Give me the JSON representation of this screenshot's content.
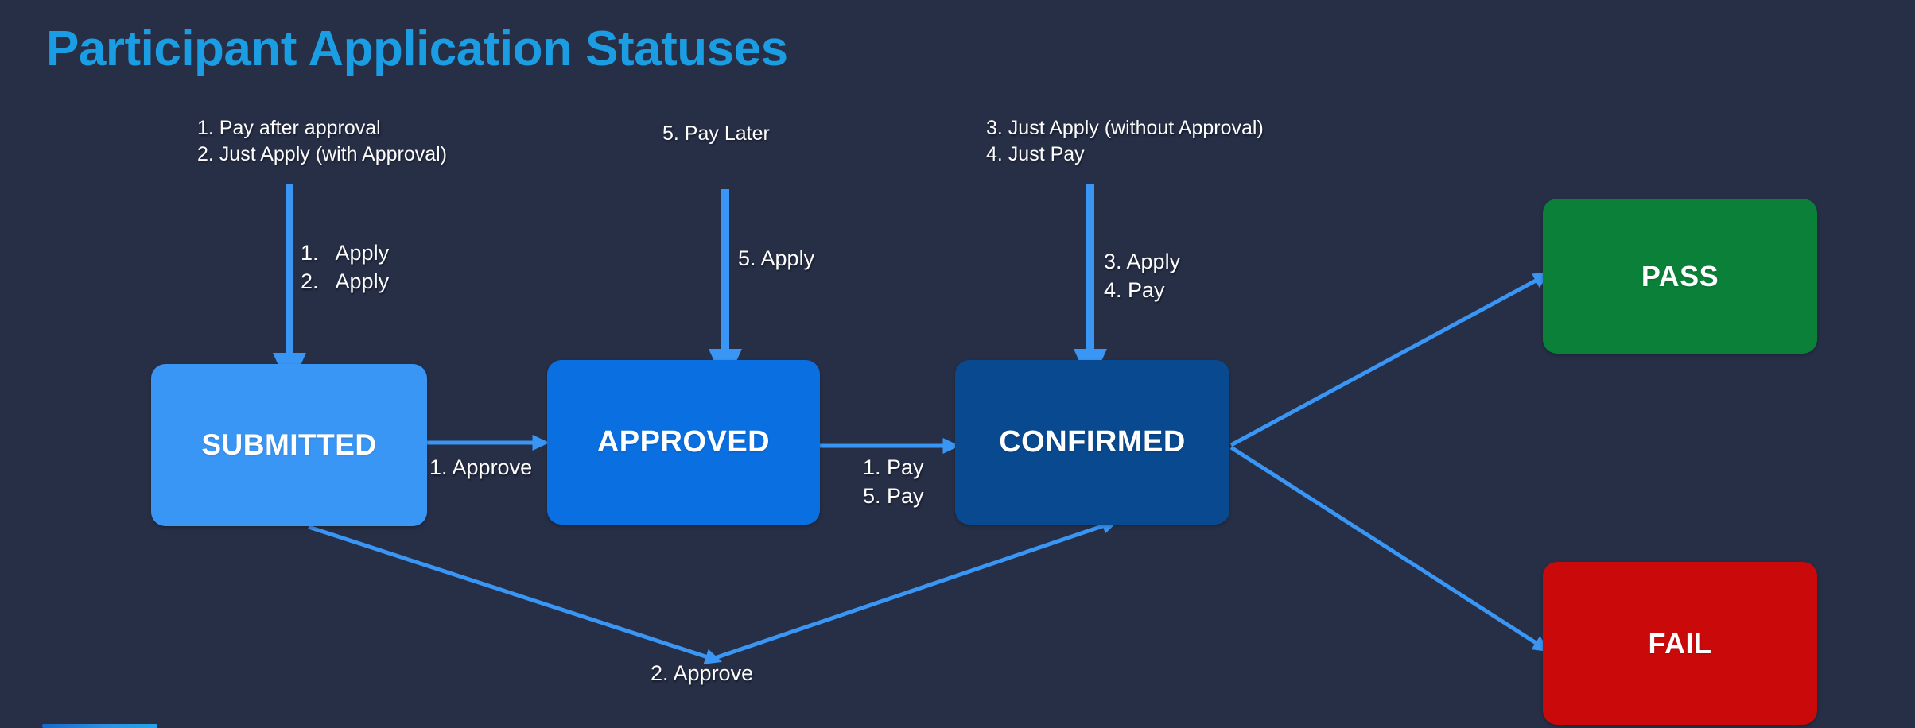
{
  "slide": {
    "title": "Participant Application Statuses",
    "background_color": "#272f47",
    "title_color": "#1b9de3",
    "arrow_color": "#3a96f5"
  },
  "nodes": [
    {
      "id": "submitted",
      "label": "SUBMITTED",
      "color": "#3a96f5"
    },
    {
      "id": "approved",
      "label": "APPROVED",
      "color": "#0a6fe0"
    },
    {
      "id": "confirmed",
      "label": "CONFIRMED",
      "color": "#09498f"
    },
    {
      "id": "pass",
      "label": "PASS",
      "color": "#0a8038"
    },
    {
      "id": "fail",
      "label": "FAIL",
      "color": "#ca0a0a"
    }
  ],
  "notes": {
    "submitted_entry": "1. Pay after approval\n2. Just Apply (with Approval)",
    "pay_later": "5. Pay Later",
    "confirmed_entry": "3. Just Apply (without Approval)\n4. Just Pay"
  },
  "edge_labels": {
    "apply_submitted": "1.   Apply\n2.   Apply",
    "apply_later": "5. Apply",
    "apply_pay": "3. Apply\n4. Pay",
    "approve_1": "1. Approve",
    "pay_1_5": "1. Pay\n5. Pay",
    "approve_2": "2. Approve"
  },
  "flow": {
    "scenarios": [
      {
        "number": 1,
        "name": "Pay after approval",
        "steps": [
          "Apply",
          "Approve",
          "Pay"
        ]
      },
      {
        "number": 2,
        "name": "Just Apply (with Approval)",
        "steps": [
          "Apply",
          "Approve"
        ]
      },
      {
        "number": 3,
        "name": "Just Apply (without Approval)",
        "steps": [
          "Apply"
        ]
      },
      {
        "number": 4,
        "name": "Just Pay",
        "steps": [
          "Pay"
        ]
      },
      {
        "number": 5,
        "name": "Pay Later",
        "steps": [
          "Apply",
          "Pay"
        ]
      }
    ],
    "transitions": [
      {
        "from": "start",
        "to": "submitted",
        "label": "1.   Apply\n2.   Apply"
      },
      {
        "from": "start",
        "to": "approved",
        "label": "5. Apply"
      },
      {
        "from": "start",
        "to": "confirmed",
        "label": "3. Apply\n4. Pay"
      },
      {
        "from": "submitted",
        "to": "approved",
        "label": "1. Approve"
      },
      {
        "from": "approved",
        "to": "confirmed",
        "label": "1. Pay\n5. Pay"
      },
      {
        "from": "submitted",
        "to": "confirmed",
        "label": "2. Approve"
      },
      {
        "from": "confirmed",
        "to": "pass",
        "label": ""
      },
      {
        "from": "confirmed",
        "to": "fail",
        "label": ""
      }
    ]
  }
}
